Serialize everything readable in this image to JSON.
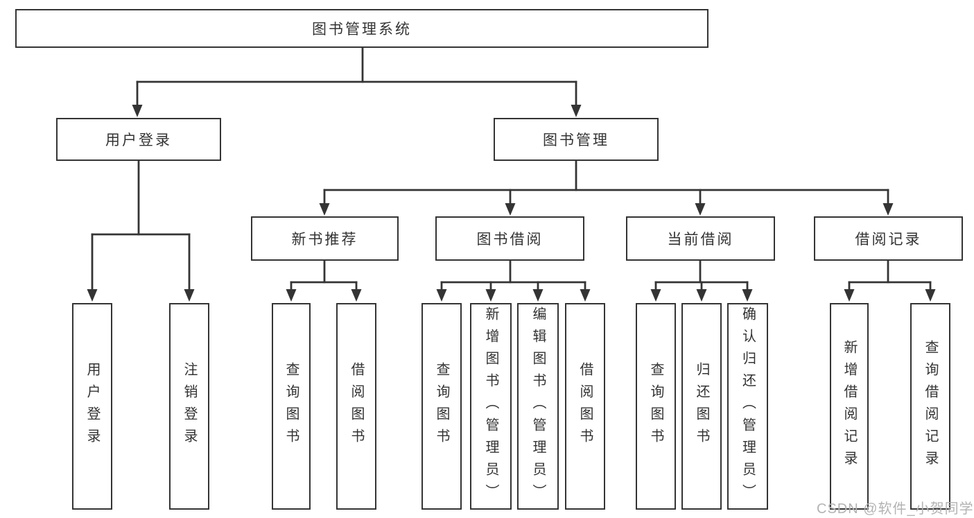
{
  "tree": {
    "root": {
      "label": "图书管理系统"
    },
    "level2": [
      {
        "label": "用户登录",
        "children": [
          {
            "label": "用户登录"
          },
          {
            "label": "注销登录"
          }
        ]
      },
      {
        "label": "图书管理",
        "children": [
          {
            "label": "新书推荐",
            "children": [
              {
                "label": "查询图书"
              },
              {
                "label": "借阅图书"
              }
            ]
          },
          {
            "label": "图书借阅",
            "children": [
              {
                "label": "查询图书"
              },
              {
                "label": "新增图书（管理员）"
              },
              {
                "label": "编辑图书（管理员）"
              },
              {
                "label": "借阅图书"
              }
            ]
          },
          {
            "label": "当前借阅",
            "children": [
              {
                "label": "查询图书"
              },
              {
                "label": "归还图书"
              },
              {
                "label": "确认归还（管理员）"
              }
            ]
          },
          {
            "label": "借阅记录",
            "children": [
              {
                "label": "新增借阅记录"
              },
              {
                "label": "查询借阅记录"
              }
            ]
          }
        ]
      }
    ]
  },
  "watermark": {
    "text": "CSDN @软件_小贺同学"
  },
  "colors": {
    "line": "#343434",
    "box_border": "#343434",
    "text": "#333333",
    "background": "#ffffff",
    "watermark": "#b3b3b3"
  }
}
